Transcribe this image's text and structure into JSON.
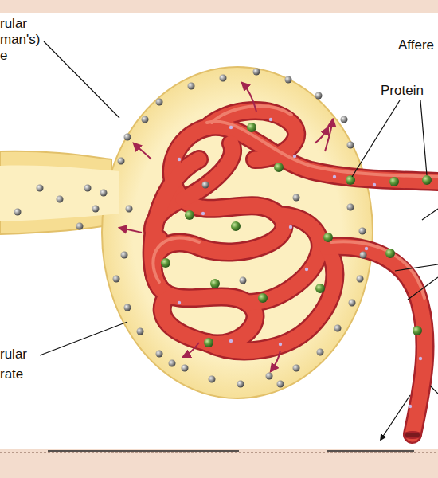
{
  "diagram": {
    "labels": [
      "rular man's) e",
      "Affere",
      "Protein",
      "rular rate"
    ]
  }
}
